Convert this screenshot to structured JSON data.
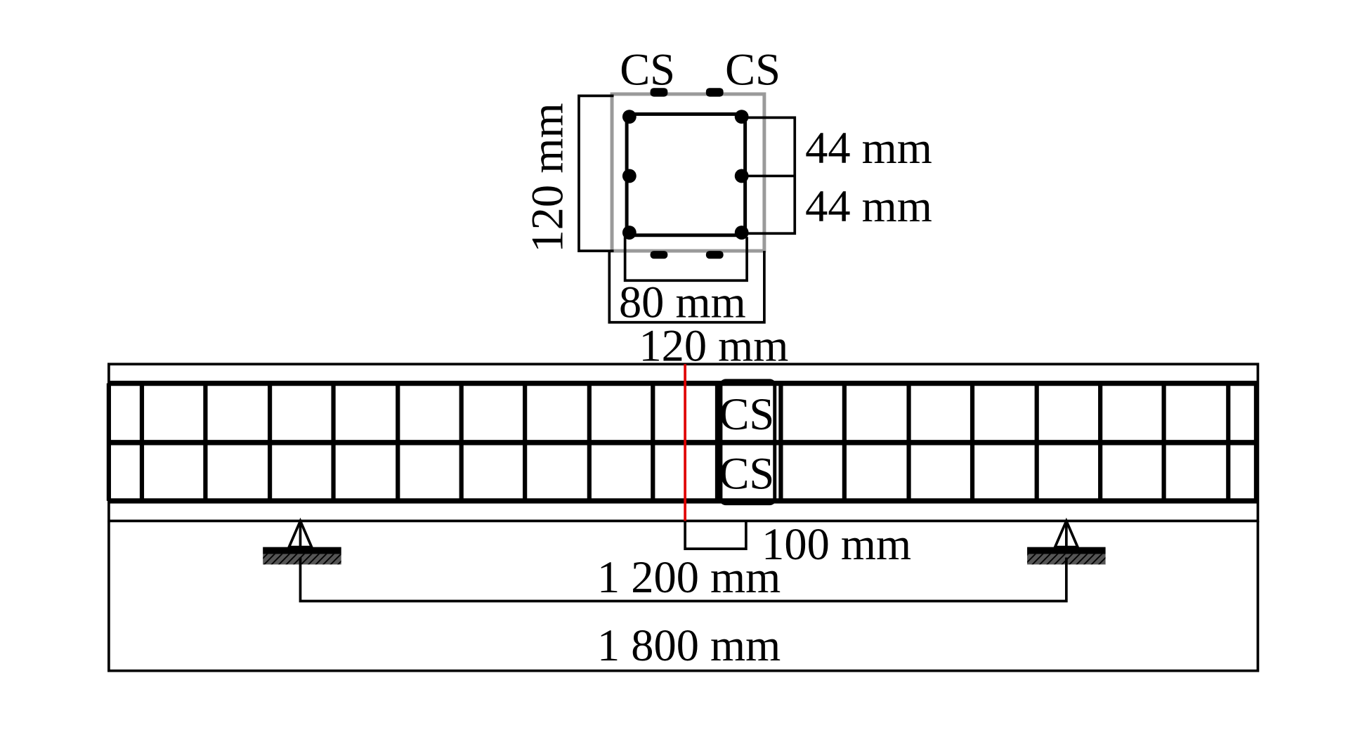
{
  "section": {
    "cs_top_left": "CS",
    "cs_top_right": "CS",
    "height_label": "120 mm",
    "spacing_upper_label": "44 mm",
    "spacing_lower_label": "44 mm",
    "inner_width_label": "80 mm",
    "width_label": "120 mm"
  },
  "beam": {
    "cs_upper": "CS",
    "cs_lower": "CS",
    "offset_label": "100 mm",
    "span_label": "1 200 mm",
    "length_label": "1 800 mm",
    "section_line_color": "#e00000"
  }
}
